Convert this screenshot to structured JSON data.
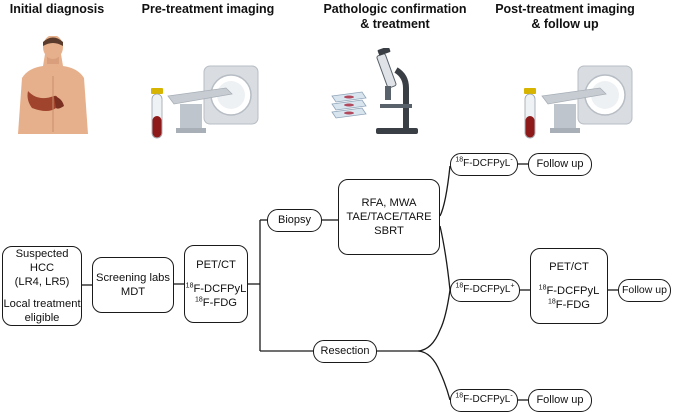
{
  "stages": {
    "initial": "Initial diagnosis",
    "pre": "Pre-treatment imaging",
    "patho_line1": "Pathologic confirmation",
    "patho_line2": "& treatment",
    "post_line1": "Post-treatment imaging",
    "post_line2": "& follow up"
  },
  "nodes": {
    "suspected": {
      "line1": "Suspected HCC",
      "line2": "(LR4, LR5)",
      "line3": "Local treatment",
      "line4": "eligible"
    },
    "screening": {
      "line1": "Screening labs",
      "line2": "MDT"
    },
    "petct": {
      "title": "PET/CT",
      "tracer1_mass": "18",
      "tracer1_name": "F-DCFPyL",
      "tracer2_mass": "18",
      "tracer2_name": "F-FDG"
    },
    "biopsy": "Biopsy",
    "resection": "Resection",
    "treatments": {
      "line1": "RFA, MWA",
      "line2": "TAE/TACE/TARE",
      "line3": "SBRT"
    },
    "dcf_neg_top": {
      "mass": "18",
      "name": "F-DCFPyL",
      "sign": "-"
    },
    "dcf_pos": {
      "mass": "18",
      "name": "F-DCFPyL",
      "sign": "+"
    },
    "dcf_neg_bottom": {
      "mass": "18",
      "name": "F-DCFPyL",
      "sign": "-"
    },
    "followup_top": "Follow up",
    "followup_mid": "Follow up",
    "followup_bottom": "Follow up",
    "post_petct": {
      "title": "PET/CT",
      "tracer1_mass": "18",
      "tracer1_name": "F-DCFPyL",
      "tracer2_mass": "18",
      "tracer2_name": "F-FDG"
    }
  },
  "colors": {
    "line": "#1a1a1a",
    "skin": "#e7b08c",
    "liver": "#a0442e",
    "blood": "#8e1a1a",
    "scanner": "#d9dde2"
  }
}
